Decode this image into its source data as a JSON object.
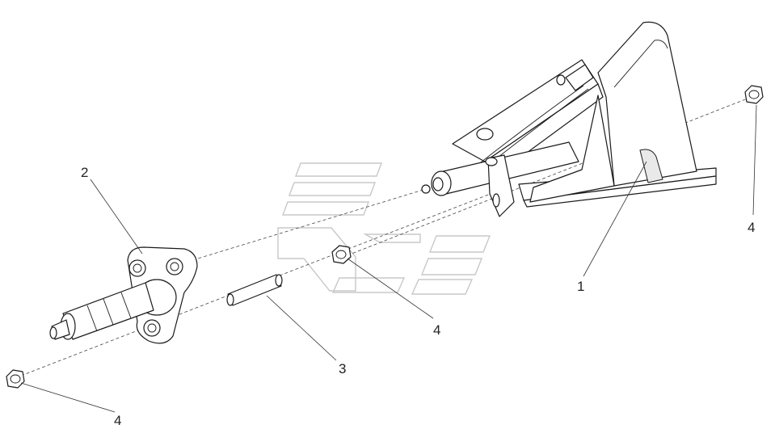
{
  "callouts": {
    "part_1": "1",
    "part_2": "2",
    "part_3": "3",
    "part_4_nut_center": "4",
    "part_4_nut_right": "4",
    "part_4_nut_left": "4"
  },
  "colors": {
    "line": "#1a1a1a",
    "background": "#ffffff",
    "watermark": "#c8c8c8"
  }
}
